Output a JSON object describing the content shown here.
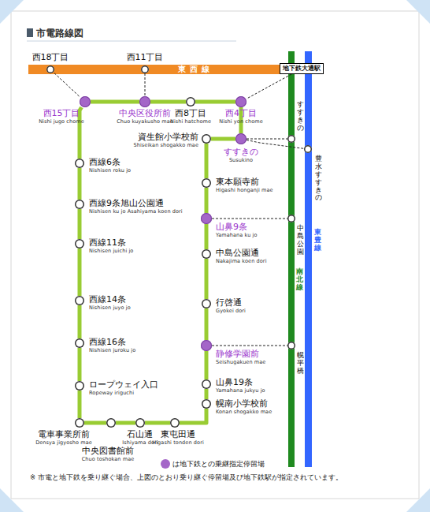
{
  "diagram": {
    "title": "市電路線図",
    "nodes": [
      {
        "text": [
          "西18丁目"
        ]
      },
      {
        "text": [
          "西11丁目"
        ]
      },
      {
        "text": [
          "地下鉄大通駅"
        ]
      },
      {
        "text": [
          "西15丁目",
          "Nishi jugo chome"
        ]
      },
      {
        "text": [
          "中央区役所前",
          "Chuo kuyakusho mae"
        ]
      },
      {
        "text": [
          "西8丁目",
          "Nishi hatchome"
        ]
      },
      {
        "text": [
          "西4丁目",
          "Nishi yon chome"
        ]
      },
      {
        "text": [
          "すすきの"
        ]
      },
      {
        "text": [
          "資生館小学校前",
          "Shiseikan shogakko mae"
        ]
      },
      {
        "text": [
          "すすきの",
          "Susukino"
        ]
      },
      {
        "text": [
          "豊水すすきの"
        ]
      },
      {
        "text": [
          "西線6条",
          "Nishisen roku jo"
        ]
      },
      {
        "text": [
          "東本願寺前",
          "Higashi honganji mae"
        ]
      },
      {
        "text": [
          "西線9条旭山公園通",
          "Nishisen ku jo Asahiyama koen dori"
        ]
      },
      {
        "text": [
          "山鼻9条",
          "Yamahana ku jo"
        ]
      },
      {
        "text": [
          "中島公園"
        ]
      },
      {
        "text": [
          "西線11条",
          "Nishisen juichi jo"
        ]
      },
      {
        "text": [
          "中島公園通",
          "Nakajima koen dori"
        ]
      },
      {
        "text": [
          "西線14条",
          "Nishisen juyo jo"
        ]
      },
      {
        "text": [
          "行啓通",
          "Gyokei dori"
        ]
      },
      {
        "text": [
          "静修学園前",
          "Seishugakuen mae"
        ]
      },
      {
        "text": [
          "幌平橋"
        ]
      },
      {
        "text": [
          "西線16条",
          "Nishisen juroku jo"
        ]
      },
      {
        "text": [
          "ロープウェイ入口",
          "Ropeway iriguchi"
        ]
      },
      {
        "text": [
          "山鼻19条",
          "Yamahana jukyu jo"
        ]
      },
      {
        "text": [
          "幌南小学校前",
          "Konan shogakko mae"
        ]
      },
      {
        "text": [
          "電車事業所前",
          "Densya jigyosho mae"
        ]
      },
      {
        "text": [
          "石山通",
          "Ishiyama dori"
        ]
      },
      {
        "text": [
          "東屯田通",
          "Higashi tonden dori"
        ]
      },
      {
        "text": [
          "中央図書館前",
          "Chuo toshokan mae"
        ]
      }
    ],
    "edges": [
      {
        "from": 3,
        "to": 4,
        "arrow": "none"
      },
      {
        "from": 4,
        "to": 5,
        "arrow": "none"
      },
      {
        "from": 5,
        "to": 6,
        "arrow": "none"
      },
      {
        "from": 6,
        "to": 9,
        "arrow": "none"
      },
      {
        "from": 9,
        "to": 8,
        "arrow": "none"
      },
      {
        "from": 8,
        "to": 12,
        "arrow": "none"
      },
      {
        "from": 12,
        "to": 14,
        "arrow": "none"
      },
      {
        "from": 14,
        "to": 17,
        "arrow": "none"
      },
      {
        "from": 17,
        "to": 19,
        "arrow": "none"
      },
      {
        "from": 19,
        "to": 20,
        "arrow": "none"
      },
      {
        "from": 20,
        "to": 24,
        "arrow": "none"
      },
      {
        "from": 24,
        "to": 25,
        "arrow": "none"
      },
      {
        "from": 25,
        "to": 28,
        "arrow": "none"
      },
      {
        "from": 28,
        "to": 27,
        "arrow": "none"
      },
      {
        "from": 27,
        "to": 29,
        "arrow": "none"
      },
      {
        "from": 29,
        "to": 26,
        "arrow": "none"
      },
      {
        "from": 26,
        "to": 23,
        "arrow": "none"
      },
      {
        "from": 23,
        "to": 22,
        "arrow": "none"
      },
      {
        "from": 22,
        "to": 18,
        "arrow": "none"
      },
      {
        "from": 18,
        "to": 16,
        "arrow": "none"
      },
      {
        "from": 16,
        "to": 13,
        "arrow": "none"
      },
      {
        "from": 13,
        "to": 11,
        "arrow": "none"
      },
      {
        "from": 11,
        "to": 3,
        "arrow": "none"
      },
      {
        "from": 0,
        "to": 3,
        "arrow": "none"
      },
      {
        "from": 1,
        "to": 4,
        "arrow": "none"
      },
      {
        "from": 2,
        "to": 6,
        "arrow": "none"
      },
      {
        "from": 9,
        "to": 7,
        "arrow": "none"
      },
      {
        "from": 9,
        "to": 10,
        "arrow": "none"
      },
      {
        "from": 14,
        "to": 15,
        "arrow": "none"
      },
      {
        "from": 20,
        "to": 21,
        "arrow": "none"
      }
    ],
    "labels": [
      "東西線",
      "南北線",
      "東豊線",
      "※ 市電と地下鉄を乗り継ぐ場合、上図のとおり乗り継ぐ停留場及び地下鉄駅が指定されています。"
    ],
    "legend": [
      {
        "text": "は地下鉄との乗継指定停留場",
        "color": "#a466c8"
      }
    ]
  }
}
